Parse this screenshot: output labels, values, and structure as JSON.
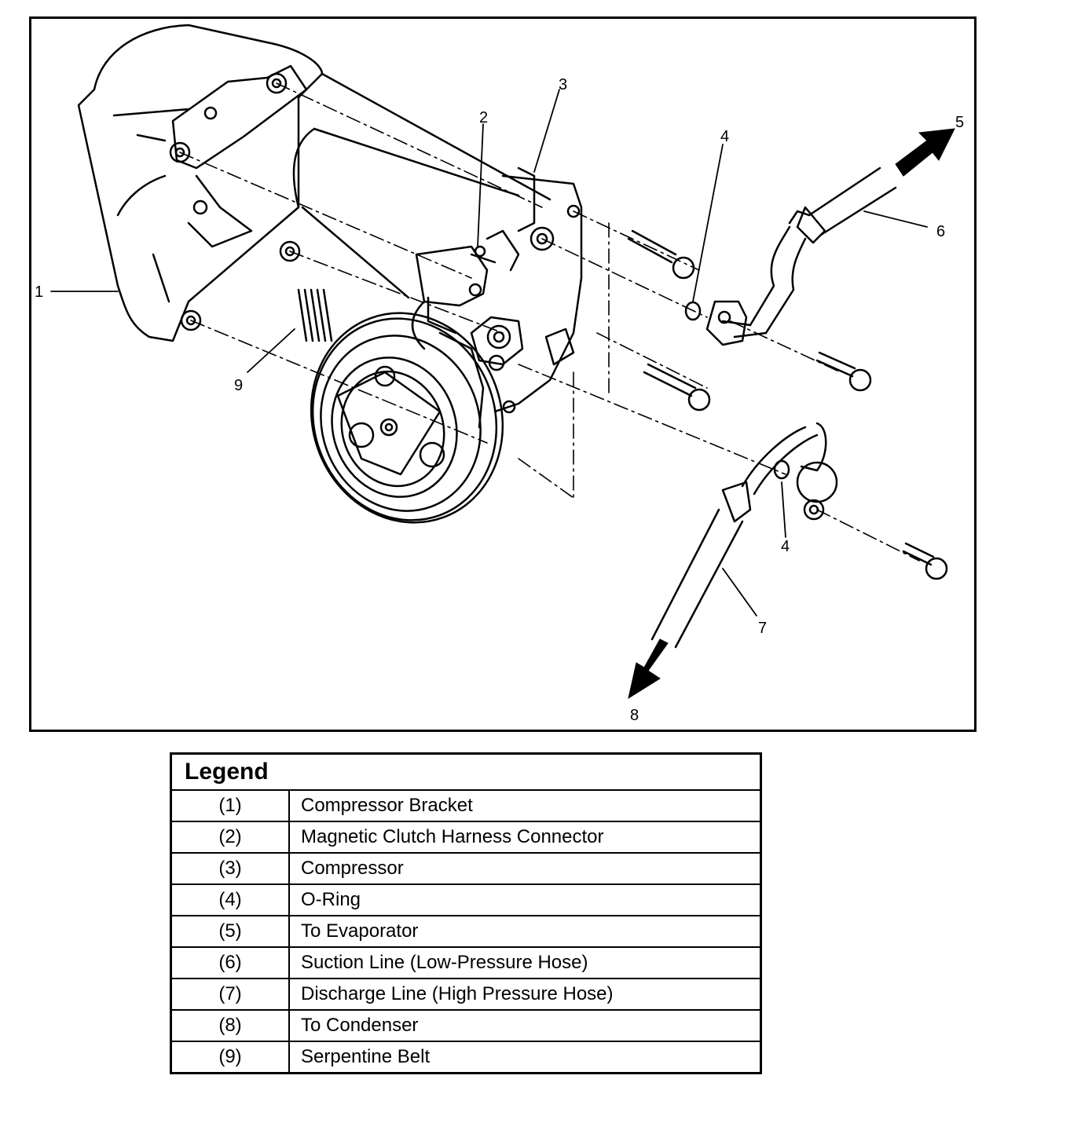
{
  "callouts": {
    "c1": "1",
    "c2": "2",
    "c3": "3",
    "c4a": "4",
    "c4b": "4",
    "c5": "5",
    "c6": "6",
    "c7": "7",
    "c8": "8",
    "c9": "9"
  },
  "legend": {
    "title": "Legend",
    "rows": [
      {
        "num": "(1)",
        "desc": "Compressor Bracket"
      },
      {
        "num": "(2)",
        "desc": "Magnetic Clutch Harness Connector"
      },
      {
        "num": "(3)",
        "desc": "Compressor"
      },
      {
        "num": "(4)",
        "desc": "O-Ring"
      },
      {
        "num": "(5)",
        "desc": "To Evaporator"
      },
      {
        "num": "(6)",
        "desc": "Suction Line (Low-Pressure Hose)"
      },
      {
        "num": "(7)",
        "desc": "Discharge Line (High Pressure Hose)"
      },
      {
        "num": "(8)",
        "desc": "To Condenser"
      },
      {
        "num": "(9)",
        "desc": "Serpentine Belt"
      }
    ]
  }
}
